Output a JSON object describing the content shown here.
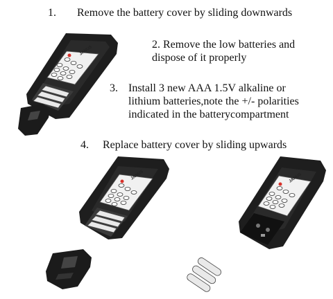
{
  "steps": [
    {
      "number": "1.",
      "text": "Remove the battery cover by sliding downwards"
    },
    {
      "number": "2.",
      "line1": "Remove the low batteries and",
      "line2": "dispose of it properly"
    },
    {
      "number": "3.",
      "line1": "Install 3 new AAA 1.5V alkaline or",
      "line2": "lithium batteries,note the +/- polarities",
      "line3": "indicated in the batterycompartment"
    },
    {
      "number": "4.",
      "text": "Replace battery cover by sliding upwards"
    }
  ],
  "device": {
    "brand_logo": "JANUS",
    "icon": "remote-control-icon",
    "colors": {
      "body": "#1e1e1e",
      "keypad": "#f1f1f1",
      "battery": "#e9e9e9",
      "led_red": "#d8322b"
    }
  }
}
